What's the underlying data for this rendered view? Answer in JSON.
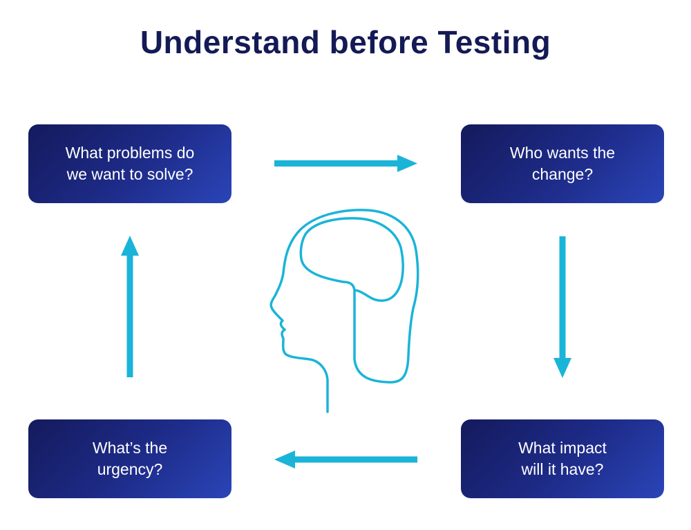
{
  "title": "Understand before Testing",
  "steps": {
    "top_left": {
      "line1": "What problems do",
      "line2": "we want to solve?"
    },
    "top_right": {
      "line1": "Who wants the",
      "line2": "change?"
    },
    "bottom_right": {
      "line1": "What impact",
      "line2": "will it have?"
    },
    "bottom_left": {
      "line1": "What’s the",
      "line2": "urgency?"
    }
  },
  "colors": {
    "title": "#141a55",
    "box_dark": "#141a5c",
    "box_light": "#2a45b8",
    "arrow": "#1ab4d8",
    "head_outline": "#1ab4d8"
  },
  "icons": {
    "center": "head-brain-icon",
    "arrows": [
      "arrow-right-icon",
      "arrow-down-icon",
      "arrow-left-icon",
      "arrow-up-icon"
    ]
  }
}
